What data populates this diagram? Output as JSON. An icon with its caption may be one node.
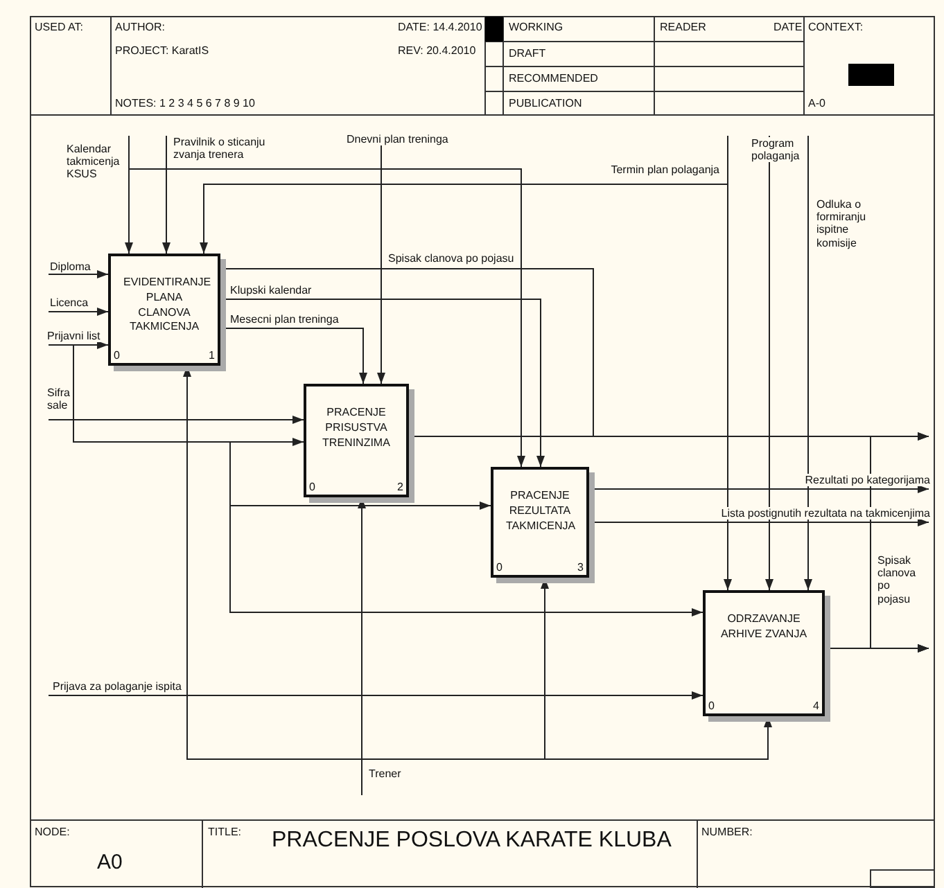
{
  "diagram": {
    "title": "PRACENJE POSLOVA KARATE KLUBA",
    "nodes": [
      {
        "text": [
          "EVIDENTIRANJE PLANA CLANOVA TAKMICENJA",
          "0",
          "1"
        ]
      },
      {
        "text": [
          "PRACENJE PRISUSTVA TRENINZIMA",
          "0",
          "2"
        ]
      },
      {
        "text": [
          "PRACENJE REZULTATA TAKMICENJA",
          "0",
          "3"
        ]
      },
      {
        "text": [
          "ODRZAVANJE ARHIVE ZVANJA",
          "0",
          "4"
        ]
      }
    ],
    "edges": [
      {
        "from": null,
        "to": 0,
        "arrow": "to",
        "label": "Kalendar takmicenja KSUS"
      },
      {
        "from": null,
        "to": 2,
        "arrow": "to"
      },
      {
        "from": null,
        "to": 0,
        "arrow": "to",
        "label": "Pravilnik o sticanju zvanja trenera"
      },
      {
        "from": null,
        "to": 0,
        "arrow": "to",
        "label": "Termin plan polaganja"
      },
      {
        "from": null,
        "to": 3,
        "arrow": "to"
      },
      {
        "from": null,
        "to": 1,
        "arrow": "to",
        "label": "Dnevni plan treninga"
      },
      {
        "from": null,
        "to": 3,
        "arrow": "to",
        "label": "Program polaganja"
      },
      {
        "from": null,
        "to": 3,
        "arrow": "to",
        "label": "Odluka o formiranju ispitne komisije"
      },
      {
        "from": null,
        "to": 0,
        "arrow": "to",
        "label": "Diploma"
      },
      {
        "from": null,
        "to": 0,
        "arrow": "to",
        "label": "Licenca"
      },
      {
        "from": null,
        "to": 0,
        "arrow": "to",
        "label": "Prijavni list"
      },
      {
        "from": null,
        "to": 1,
        "arrow": "to"
      },
      {
        "from": null,
        "to": 2,
        "arrow": "to"
      },
      {
        "from": null,
        "to": 3,
        "arrow": "to"
      },
      {
        "from": null,
        "to": 1,
        "arrow": "to",
        "label": "Sifra sale"
      },
      {
        "from": null,
        "to": 3,
        "arrow": "to",
        "label": "Prijava za polaganje ispita"
      },
      {
        "from": null,
        "to": 1,
        "arrow": "to",
        "label": "Trener"
      },
      {
        "from": null,
        "to": 0,
        "arrow": "to"
      },
      {
        "from": null,
        "to": 2,
        "arrow": "to"
      },
      {
        "from": null,
        "to": 3,
        "arrow": "to"
      },
      {
        "from": 0,
        "to": null,
        "arrow": "to",
        "label": "Spisak clanova po pojasu"
      },
      {
        "from": 0,
        "to": 2,
        "arrow": "to",
        "label": "Klupski kalendar"
      },
      {
        "from": 0,
        "to": 1,
        "arrow": "to",
        "label": "Mesecni plan treninga"
      },
      {
        "from": 1,
        "to": null,
        "arrow": "to"
      },
      {
        "from": 2,
        "to": null,
        "arrow": "to",
        "label": "Rezultati po kategorijama"
      },
      {
        "from": 2,
        "to": null,
        "arrow": "to",
        "label": "Lista postignutih rezultata na takmicenjima"
      },
      {
        "from": 3,
        "to": null,
        "arrow": "to"
      },
      {
        "from": 0,
        "to": null,
        "arrow": "to",
        "label": "Spisak clanova po pojasu"
      },
      {
        "from": 1,
        "to": null,
        "arrow": "to"
      }
    ],
    "labels": [
      "USED AT:",
      "AUTHOR:",
      "DATE: 14.4.2010",
      "WORKING",
      "READER",
      "DATE",
      "CONTEXT:",
      "PROJECT: KaratIS",
      "REV: 20.4.2010",
      "DRAFT",
      "RECOMMENDED",
      "NOTES: 1 2 3 4 5 6 7 8 9 10",
      "PUBLICATION",
      "A-0",
      "NODE:",
      "TITLE:",
      "NUMBER:",
      "A0"
    ]
  }
}
